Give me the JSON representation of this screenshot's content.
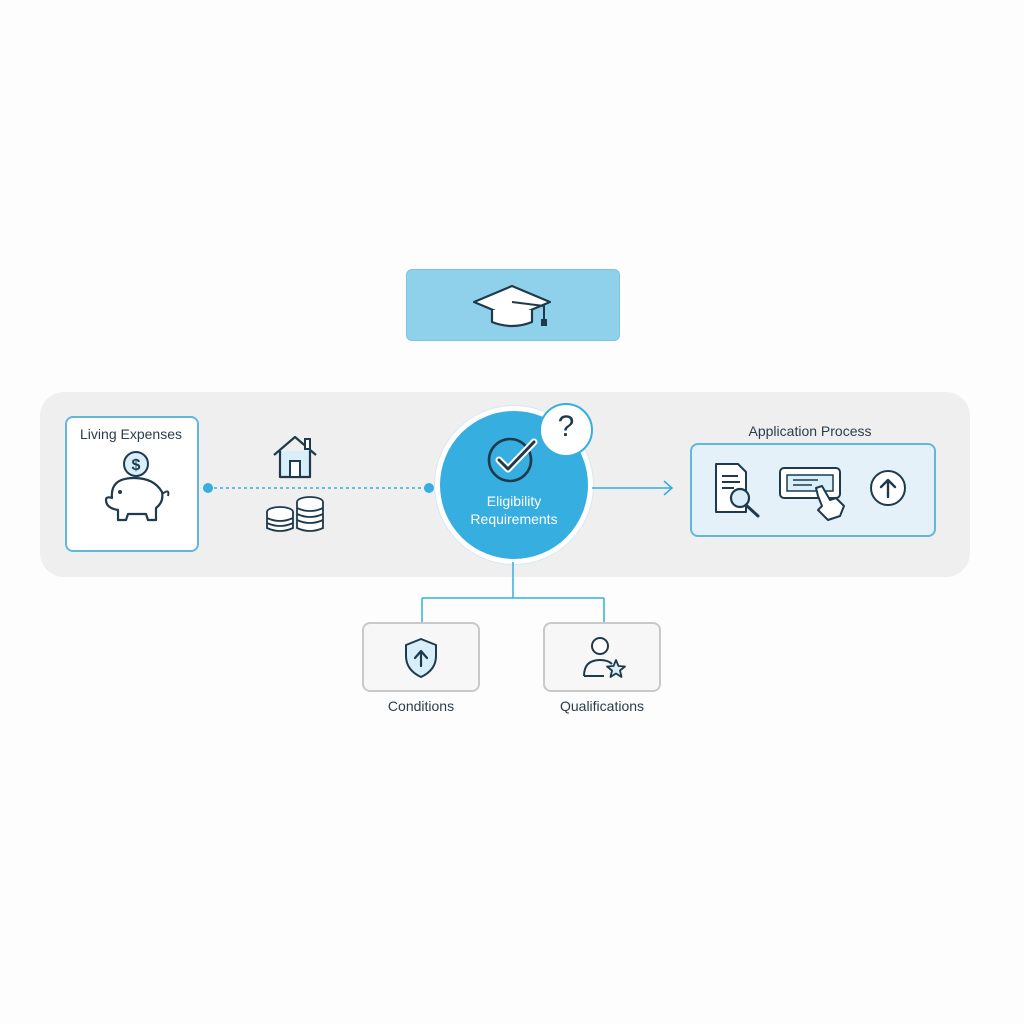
{
  "nodes": {
    "living_expenses": "Living Expenses",
    "eligibility": [
      "Eligibility",
      "Requirements"
    ],
    "application_process": "Application Process",
    "conditions": "Conditions",
    "qualifications": "Qualifications",
    "bubble_glyph": "?"
  },
  "icons": {
    "banner": "graduation-cap-icon",
    "living": "piggy-bank-icon",
    "housing": "house-icon",
    "money": "coin-stack-icon",
    "eligibility": "check-circle-icon",
    "app_steps": [
      "document-search-icon",
      "touch-screen-icon",
      "upload-icon"
    ],
    "conditions": "shield-upload-icon",
    "qualifications": "user-star-icon"
  },
  "colors": {
    "accent": "#36aee0",
    "banner": "#8fd1ea",
    "band": "#efefef",
    "ink": "#1f3a4d"
  }
}
